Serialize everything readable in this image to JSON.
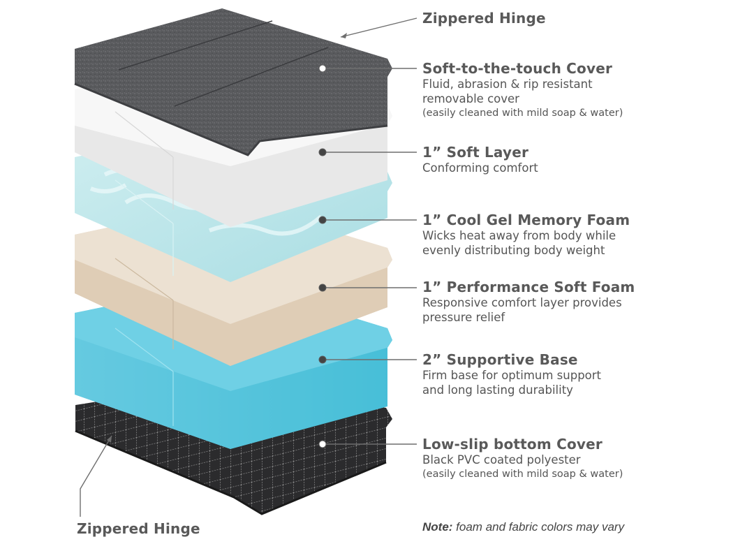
{
  "hinge_top": "Zippered Hinge",
  "hinge_bottom": "Zippered Hinge",
  "layers": [
    {
      "title": "Soft-to-the-touch Cover",
      "desc": [
        "Fluid, abrasion & rip resistant",
        "removable cover"
      ],
      "small": "(easily cleaned with mild soap & water)"
    },
    {
      "title": "1” Soft Layer",
      "desc": [
        "Conforming comfort"
      ],
      "small": ""
    },
    {
      "title": "1” Cool Gel Memory Foam",
      "desc": [
        "Wicks heat away from body while",
        "evenly distributing body weight"
      ],
      "small": ""
    },
    {
      "title": "1” Performance Soft Foam",
      "desc": [
        "Responsive comfort layer provides",
        "pressure relief"
      ],
      "small": ""
    },
    {
      "title": "2” Supportive Base",
      "desc": [
        "Firm base for optimum support",
        "and long lasting durability"
      ],
      "small": ""
    },
    {
      "title": "Low-slip bottom Cover",
      "desc": [
        "Black PVC coated polyester"
      ],
      "small": "(easily cleaned with mild soap & water)"
    }
  ],
  "note_label": "Note:",
  "note_text": " foam and fabric colors may vary",
  "colors": {
    "cover_dark": "#5a5b5e",
    "soft_white": "#f3f3f3",
    "gel_blue": "#bfe4e8",
    "performance_beige": "#e7d9c6",
    "base_aqua": "#55c6dd",
    "bottom_black": "#2b2b2d",
    "leader_line": "#6e6e6e"
  }
}
